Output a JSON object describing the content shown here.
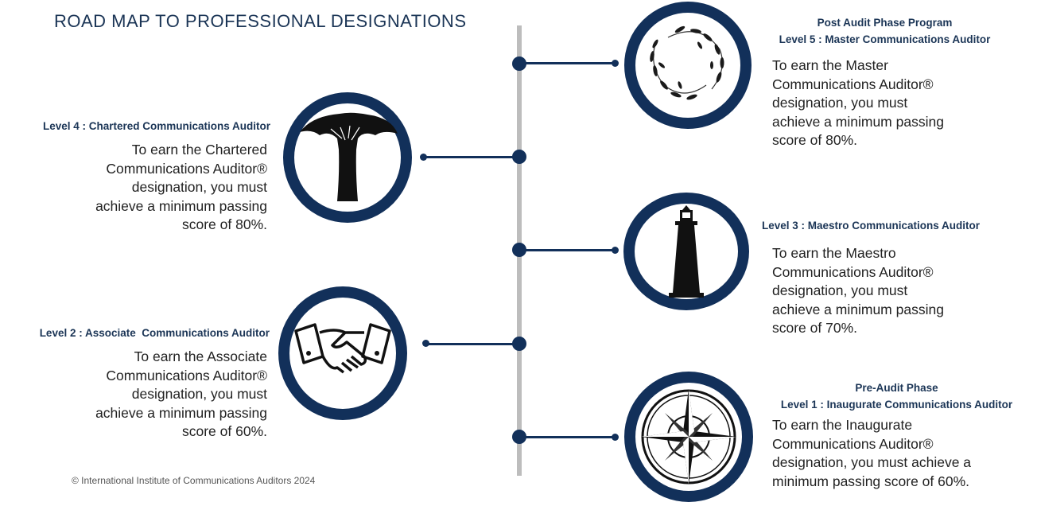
{
  "title": "ROAD MAP TO PROFESSIONAL DESIGNATIONS",
  "footer": "© International Institute of Communications Auditors 2024",
  "colors": {
    "navy": "#12305a",
    "spine": "#bdbdbd"
  },
  "levels": {
    "level5": {
      "phase": "Post Audit Phase Program",
      "heading": "Level 5 : Master Communications Auditor",
      "icon": "laurel-wreath-icon",
      "lines": [
        "To earn the Master",
        "Communications Auditor®",
        "designation, you must",
        "achieve a minimum passing",
        "score of 80%."
      ]
    },
    "level4": {
      "heading": "Level 4 : Chartered Communications Auditor",
      "icon": "baobab-tree-icon",
      "lines": [
        "To earn the Chartered",
        "Communications Auditor®",
        "designation, you must",
        "achieve a minimum passing",
        "score of 80%."
      ]
    },
    "level3": {
      "heading": "Level 3 : Maestro Communications Auditor",
      "icon": "lighthouse-icon",
      "lines": [
        "To earn the Maestro",
        "Communications Auditor®",
        "designation, you must",
        "achieve a minimum passing",
        "score of 70%."
      ]
    },
    "level2": {
      "heading": "Level 2 : Associate  Communications Auditor",
      "icon": "handshake-icon",
      "lines": [
        "To earn the Associate",
        "Communications Auditor®",
        "designation, you must",
        "achieve a minimum passing",
        "score of 60%."
      ]
    },
    "level1": {
      "phase": "Pre-Audit Phase",
      "heading": "Level 1 : Inaugurate Communications Auditor",
      "icon": "compass-rose-icon",
      "lines": [
        "To earn the Inaugurate",
        "Communications Auditor®",
        "designation, you must achieve a",
        "minimum passing score of 60%."
      ]
    }
  }
}
